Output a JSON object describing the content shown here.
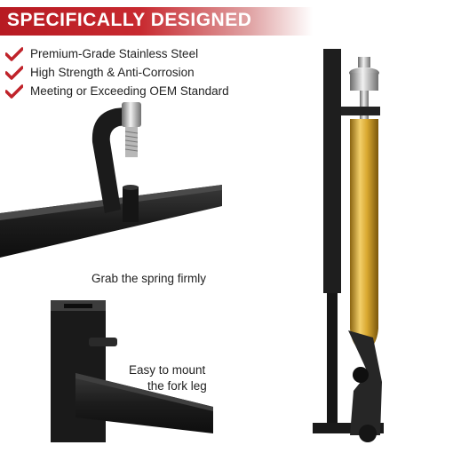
{
  "banner": {
    "title": "SPECIFICALLY DESIGNED",
    "color": "#c0232a"
  },
  "features": [
    {
      "icon": "checkmark-icon",
      "label": "Premium-Grade Stainless Steel"
    },
    {
      "icon": "checkmark-icon",
      "label": "High Strength & Anti-Corrosion"
    },
    {
      "icon": "checkmark-icon",
      "label": "Meeting or Exceeding OEM Standard"
    }
  ],
  "captions": {
    "spring": "Grab the spring firmly",
    "mount_line1": "Easy to mount",
    "mount_line2": "the fork leg"
  },
  "colors": {
    "accent": "#c0232a",
    "steel": "#1f1f1f",
    "fork_gold": "#d9a830"
  }
}
